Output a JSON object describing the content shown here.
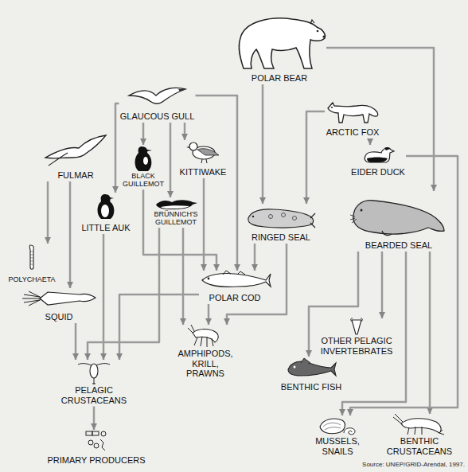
{
  "diagram": {
    "nodes": [
      {
        "text": [
          "POLAR BEAR"
        ]
      },
      {
        "text": [
          "GLAUCOUS GULL"
        ]
      },
      {
        "text": [
          "ARCTIC FOX"
        ]
      },
      {
        "text": [
          "FULMAR"
        ]
      },
      {
        "text": [
          "BLACK GUILLEMOT"
        ]
      },
      {
        "text": [
          "KITTIWAKE"
        ]
      },
      {
        "text": [
          "EIDER DUCK"
        ]
      },
      {
        "text": [
          "LITTLE AUK"
        ]
      },
      {
        "text": [
          "BRÜNNICH'S GUILLEMOT"
        ]
      },
      {
        "text": [
          "RINGED SEAL"
        ]
      },
      {
        "text": [
          "BEARDED SEAL"
        ]
      },
      {
        "text": [
          "POLYCHAETA"
        ]
      },
      {
        "text": [
          "SQUID"
        ]
      },
      {
        "text": [
          "POLAR COD"
        ]
      },
      {
        "text": [
          "AMPHIPODS, KRILL, PRAWNS"
        ]
      },
      {
        "text": [
          "BENTHIC FISH"
        ]
      },
      {
        "text": [
          "OTHER PELAGIC INVERTEBRATES"
        ]
      },
      {
        "text": [
          "PELAGIC CRUSTACEANS"
        ]
      },
      {
        "text": [
          "MUSSELS, SNAILS"
        ]
      },
      {
        "text": [
          "BENTHIC CRUSTACEANS"
        ]
      },
      {
        "text": [
          "PRIMARY PRODUCERS"
        ]
      }
    ],
    "edges": [
      {
        "from": 0,
        "to": 9,
        "arrow": "to"
      },
      {
        "from": 0,
        "to": 10,
        "arrow": "to"
      },
      {
        "from": 1,
        "to": 4,
        "arrow": "to"
      },
      {
        "from": 1,
        "to": 5,
        "arrow": "to"
      },
      {
        "from": 1,
        "to": 7,
        "arrow": "to"
      },
      {
        "from": 1,
        "to": 8,
        "arrow": "to"
      },
      {
        "from": 1,
        "to": 13,
        "arrow": "to"
      },
      {
        "from": 2,
        "to": 6,
        "arrow": "to"
      },
      {
        "from": 2,
        "to": 9,
        "arrow": "to"
      },
      {
        "from": 3,
        "to": 12,
        "arrow": "to"
      },
      {
        "from": 3,
        "to": 11,
        "arrow": "to"
      },
      {
        "from": 4,
        "to": 13,
        "arrow": "to"
      },
      {
        "from": 5,
        "to": 13,
        "arrow": "to"
      },
      {
        "from": 7,
        "to": 17,
        "arrow": "to"
      },
      {
        "from": 8,
        "to": 17,
        "arrow": "to"
      },
      {
        "from": 8,
        "to": 14,
        "arrow": "to"
      },
      {
        "from": 9,
        "to": 13,
        "arrow": "to"
      },
      {
        "from": 9,
        "to": 14,
        "arrow": "to"
      },
      {
        "from": 10,
        "to": 15,
        "arrow": "to"
      },
      {
        "from": 10,
        "to": 16,
        "arrow": "to"
      },
      {
        "from": 10,
        "to": 18,
        "arrow": "to"
      },
      {
        "from": 10,
        "to": 19,
        "arrow": "to"
      },
      {
        "from": 6,
        "to": 18,
        "arrow": "to"
      },
      {
        "from": 13,
        "to": 14,
        "arrow": "to"
      },
      {
        "from": 13,
        "to": 17,
        "arrow": "to"
      },
      {
        "from": 12,
        "to": 17,
        "arrow": "to"
      },
      {
        "from": 17,
        "to": 20,
        "arrow": "to"
      }
    ],
    "labels": [
      "Source: UNEP/GRID-Arendal, 1997."
    ]
  }
}
